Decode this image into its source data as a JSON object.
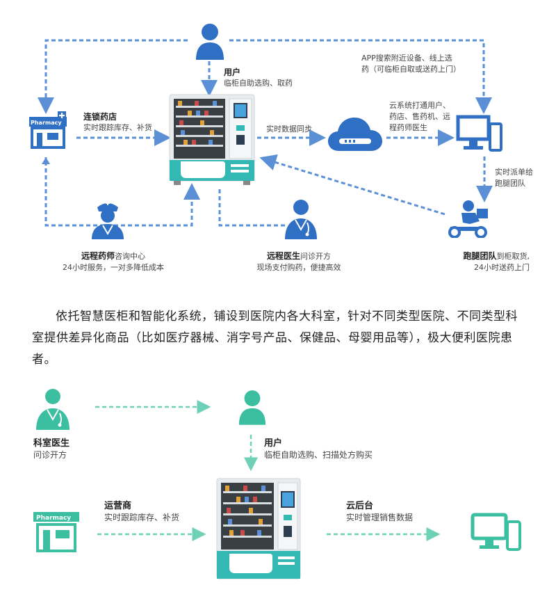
{
  "top": {
    "user": {
      "title": "用户",
      "desc": "临柜自助选购、取药"
    },
    "pharmacy": {
      "logo": "Pharmacy",
      "title": "连锁药店",
      "desc": "实时跟踪库存、补货"
    },
    "sync": {
      "label": "实时数据同步"
    },
    "app": {
      "line1": "APP搜索附近设备、线上选",
      "line2": "药（可临柜自取或送药上门）"
    },
    "cloud": {
      "line1": "云系统打通用户、",
      "line2": "药店、售药机、远",
      "line3": "程药师医生"
    },
    "dispatch": {
      "line1": "实时派单给",
      "line2": "跑腿团队"
    },
    "pharmacist": {
      "title": "远程药师",
      "title_suffix": "咨询中心",
      "desc": "24小时服务，一对多降低成本"
    },
    "doctor": {
      "title": "远程医生",
      "title_suffix": "问诊开方",
      "desc": "现场支付购药，便捷高效"
    },
    "runner": {
      "title": "跑腿团队",
      "title_suffix": "到柜取货,",
      "desc": "24小时送药上门"
    }
  },
  "paragraph": "依托智慧医柜和智能化系统，铺设到医院内各大科室，针对不同类型医院、不同类型科室提供差异化商品（比如医疗器械、消字号产品、保健品、母婴用品等），极大便利医院患者。",
  "bottom": {
    "dept_doctor": {
      "title": "科室医生",
      "desc": "问诊开方"
    },
    "user": {
      "title": "用户",
      "desc": "临柜自助选购、扫描处方购买"
    },
    "operator": {
      "logo": "Pharmacy",
      "title": "运营商",
      "desc": "实时跟踪库存、补货"
    },
    "backend": {
      "title": "云后台",
      "desc": "实时管理销售数据"
    }
  },
  "colors": {
    "blue": "#2f6fc4",
    "dashed_blue": "#5b8fd6",
    "green": "#3cbfa0",
    "machine_teal": "#34b8b4"
  }
}
